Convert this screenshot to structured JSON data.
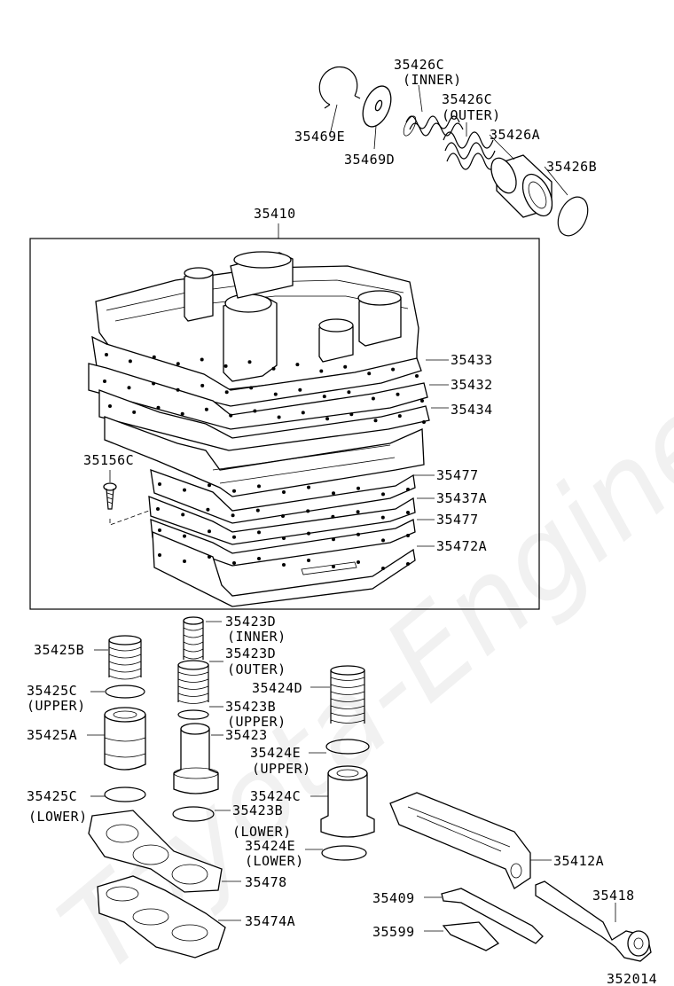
{
  "diagram": {
    "watermark": "Toyota-Engine.ru",
    "assembly_label": "35410",
    "diagram_code": "352014"
  },
  "labels": {
    "p35426C_inner_num": "35426C",
    "p35426C_inner_note": "(INNER)",
    "p35426C_outer_num": "35426C",
    "p35426C_outer_note": "(OUTER)",
    "p35426A": "35426A",
    "p35426B": "35426B",
    "p35469E": "35469E",
    "p35469D": "35469D",
    "p35433": "35433",
    "p35432": "35432",
    "p35434": "35434",
    "p35156C": "35156C",
    "p35477_upper": "35477",
    "p35437A": "35437A",
    "p35477_lower": "35477",
    "p35472A": "35472A",
    "p35423D_inner_num": "35423D",
    "p35423D_inner_note": "(INNER)",
    "p35423D_outer_num": "35423D",
    "p35423D_outer_note": "(OUTER)",
    "p35425B": "35425B",
    "p35425C_upper_num": "35425C",
    "p35425C_upper_note": "(UPPER)",
    "p35425A": "35425A",
    "p35423B_upper_num": "35423B",
    "p35423B_upper_note": "(UPPER)",
    "p35423": "35423",
    "p35424D": "35424D",
    "p35424E_upper_num": "35424E",
    "p35424E_upper_note": "(UPPER)",
    "p35425C_lower_num": "35425C",
    "p35425C_lower_note": "(LOWER)",
    "p35423B_lower_num": "35423B",
    "p35423B_lower_note": "(LOWER)",
    "p35424C": "35424C",
    "p35424E_lower_num": "35424E",
    "p35424E_lower_note": "(LOWER)",
    "p35412A": "35412A",
    "p35478": "35478",
    "p35409": "35409",
    "p35418": "35418",
    "p35474A": "35474A",
    "p35599": "35599"
  }
}
